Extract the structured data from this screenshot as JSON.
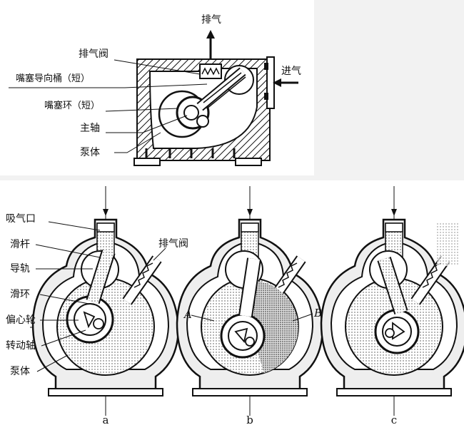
{
  "top_diagram": {
    "labels": {
      "exhaust": "排气",
      "exhaust_valve": "排气阀",
      "piston_guide": "嘴塞导向桶（短）",
      "piston_ring": "嘴塞环（短）",
      "main_shaft": "主轴",
      "pump_body": "泵体",
      "intake": "进气"
    }
  },
  "bottom_diagram": {
    "labels": {
      "suction_port": "吸气口",
      "slide_rod": "滑杆",
      "guide_rail": "导轨",
      "slide_ring": "滑环",
      "eccentric_wheel": "偏心轮",
      "rotating_shaft": "转动轴",
      "pump_body": "泵体",
      "exhaust_valve": "排气阀"
    },
    "markers": {
      "a_point": "A",
      "b_point": "B"
    },
    "captions": [
      "a",
      "b",
      "c"
    ]
  }
}
